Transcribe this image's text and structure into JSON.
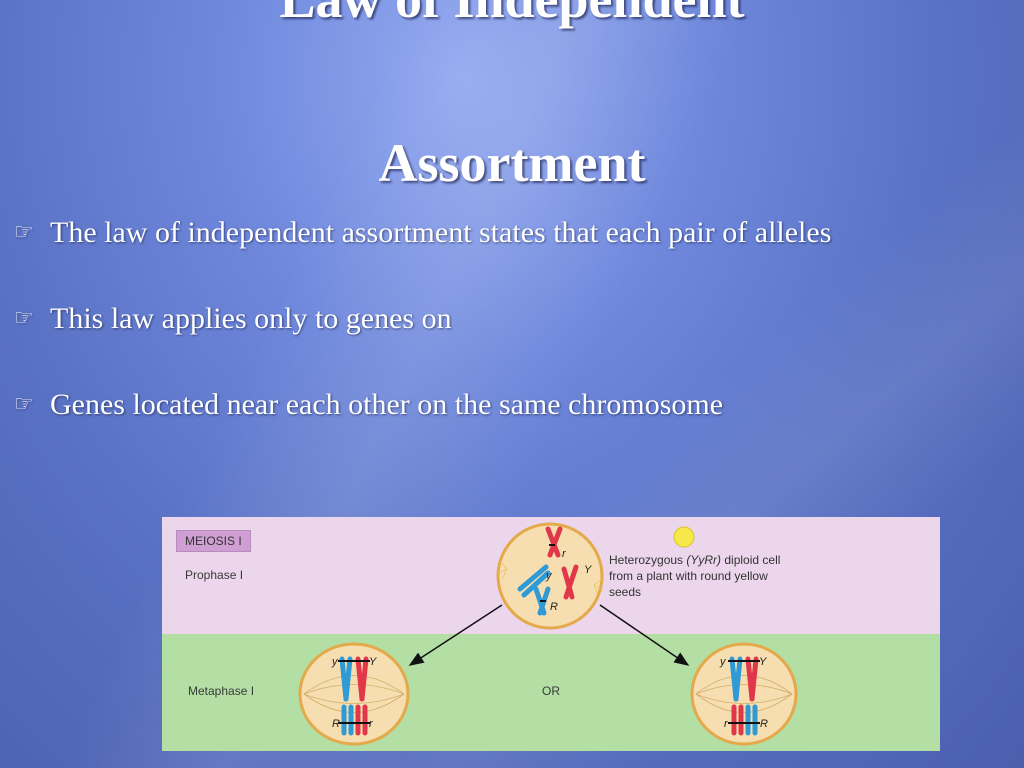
{
  "slide": {
    "title_line1": "Law of Independent",
    "title_line2": "Assortment",
    "bullets": [
      "The law of independent assortment states that each pair of alleles",
      "This law applies only to genes on",
      "Genes located near each other on the same chromosome"
    ],
    "bullet_icon": "pointing-hand-icon"
  },
  "figure": {
    "meiosis_label": "MEIOSIS I",
    "prophase_label": "Prophase I",
    "metaphase_label": "Metaphase I",
    "or_label": "OR",
    "caption_prefix": "Heterozygous ",
    "caption_genotype": "(YyRr)",
    "caption_rest": " diploid cell from a plant with round yellow seeds",
    "alleles": {
      "Y": "Y",
      "y": "y",
      "R": "R",
      "r": "r"
    },
    "colors": {
      "top_band": "#ecd6ec",
      "bottom_band": "#b3dfa4",
      "cell_fill": "#f6deb0",
      "cell_border": "#e3a94a",
      "chromosome_red": "#e0384a",
      "chromosome_blue": "#2e9ad6",
      "seed_yellow": "#f7e84a"
    }
  }
}
